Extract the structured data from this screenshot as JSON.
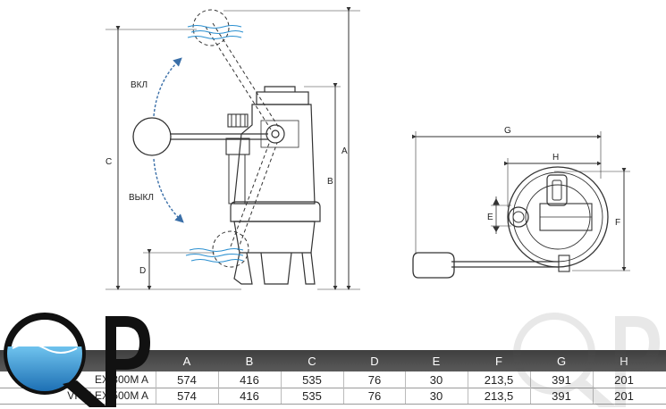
{
  "labels": {
    "on": "ВКЛ",
    "off": "ВЫКЛ",
    "A": "A",
    "B": "B",
    "C": "C",
    "D": "D",
    "E": "E",
    "F": "F",
    "G": "G",
    "H": "H"
  },
  "table": {
    "columns": [
      "A",
      "B",
      "C",
      "D",
      "E",
      "F",
      "G",
      "H"
    ],
    "rows": [
      {
        "model": "EX 300M A",
        "values": [
          "574",
          "416",
          "535",
          "76",
          "30",
          "213,5",
          "391",
          "201"
        ]
      },
      {
        "model": "VIGILEX 500M A",
        "values": [
          "574",
          "416",
          "535",
          "76",
          "30",
          "213,5",
          "391",
          "201"
        ]
      }
    ]
  },
  "logo": {
    "text": "QP"
  },
  "colors": {
    "header": "#4a4a4a",
    "water": "#2a8fd0",
    "arrow": "#3a6fa8",
    "line": "#333333"
  }
}
